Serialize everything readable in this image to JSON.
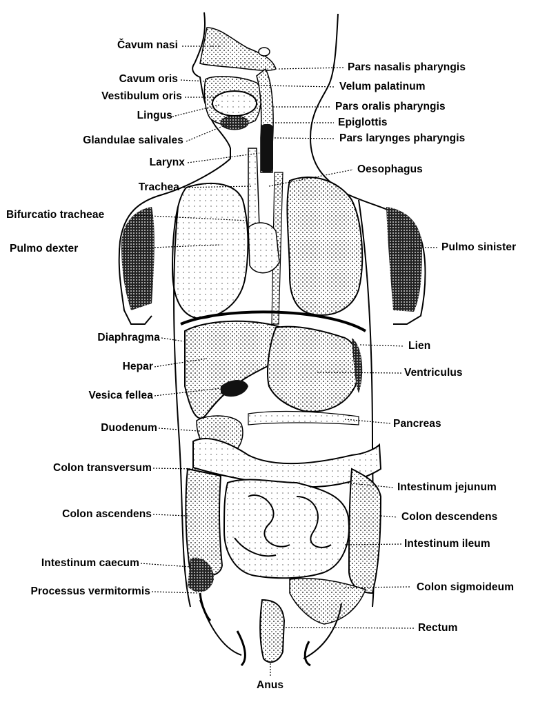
{
  "diagram": {
    "labels_left": [
      "Čavum nasi",
      "Cavum oris",
      "Vestibulum oris",
      "Lingus",
      "Glandulae salivales",
      "Larynx",
      "Trachea",
      "Bifurcatio tracheae",
      "Pulmo dexter",
      "Diaphragma",
      "Hepar",
      "Vesica fellea",
      "Duodenum",
      "Colon transversum",
      "Colon ascendens",
      "Intestinum caecum",
      "Processus vermitormis"
    ],
    "labels_right": [
      "Pars nasalis pharyngis",
      "Velum palatinum",
      "Pars oralis pharyngis",
      "Epiglottis",
      "Pars larynges pharyngis",
      "Oesophagus",
      "Pulmo sinister",
      "Lien",
      "Ventriculus",
      "Pancreas",
      "Intestinum jejunum",
      "Colon descendens",
      "Intestinum ileum",
      "Colon sigmoideum",
      "Rectum"
    ],
    "label_bottom": "Anus"
  }
}
